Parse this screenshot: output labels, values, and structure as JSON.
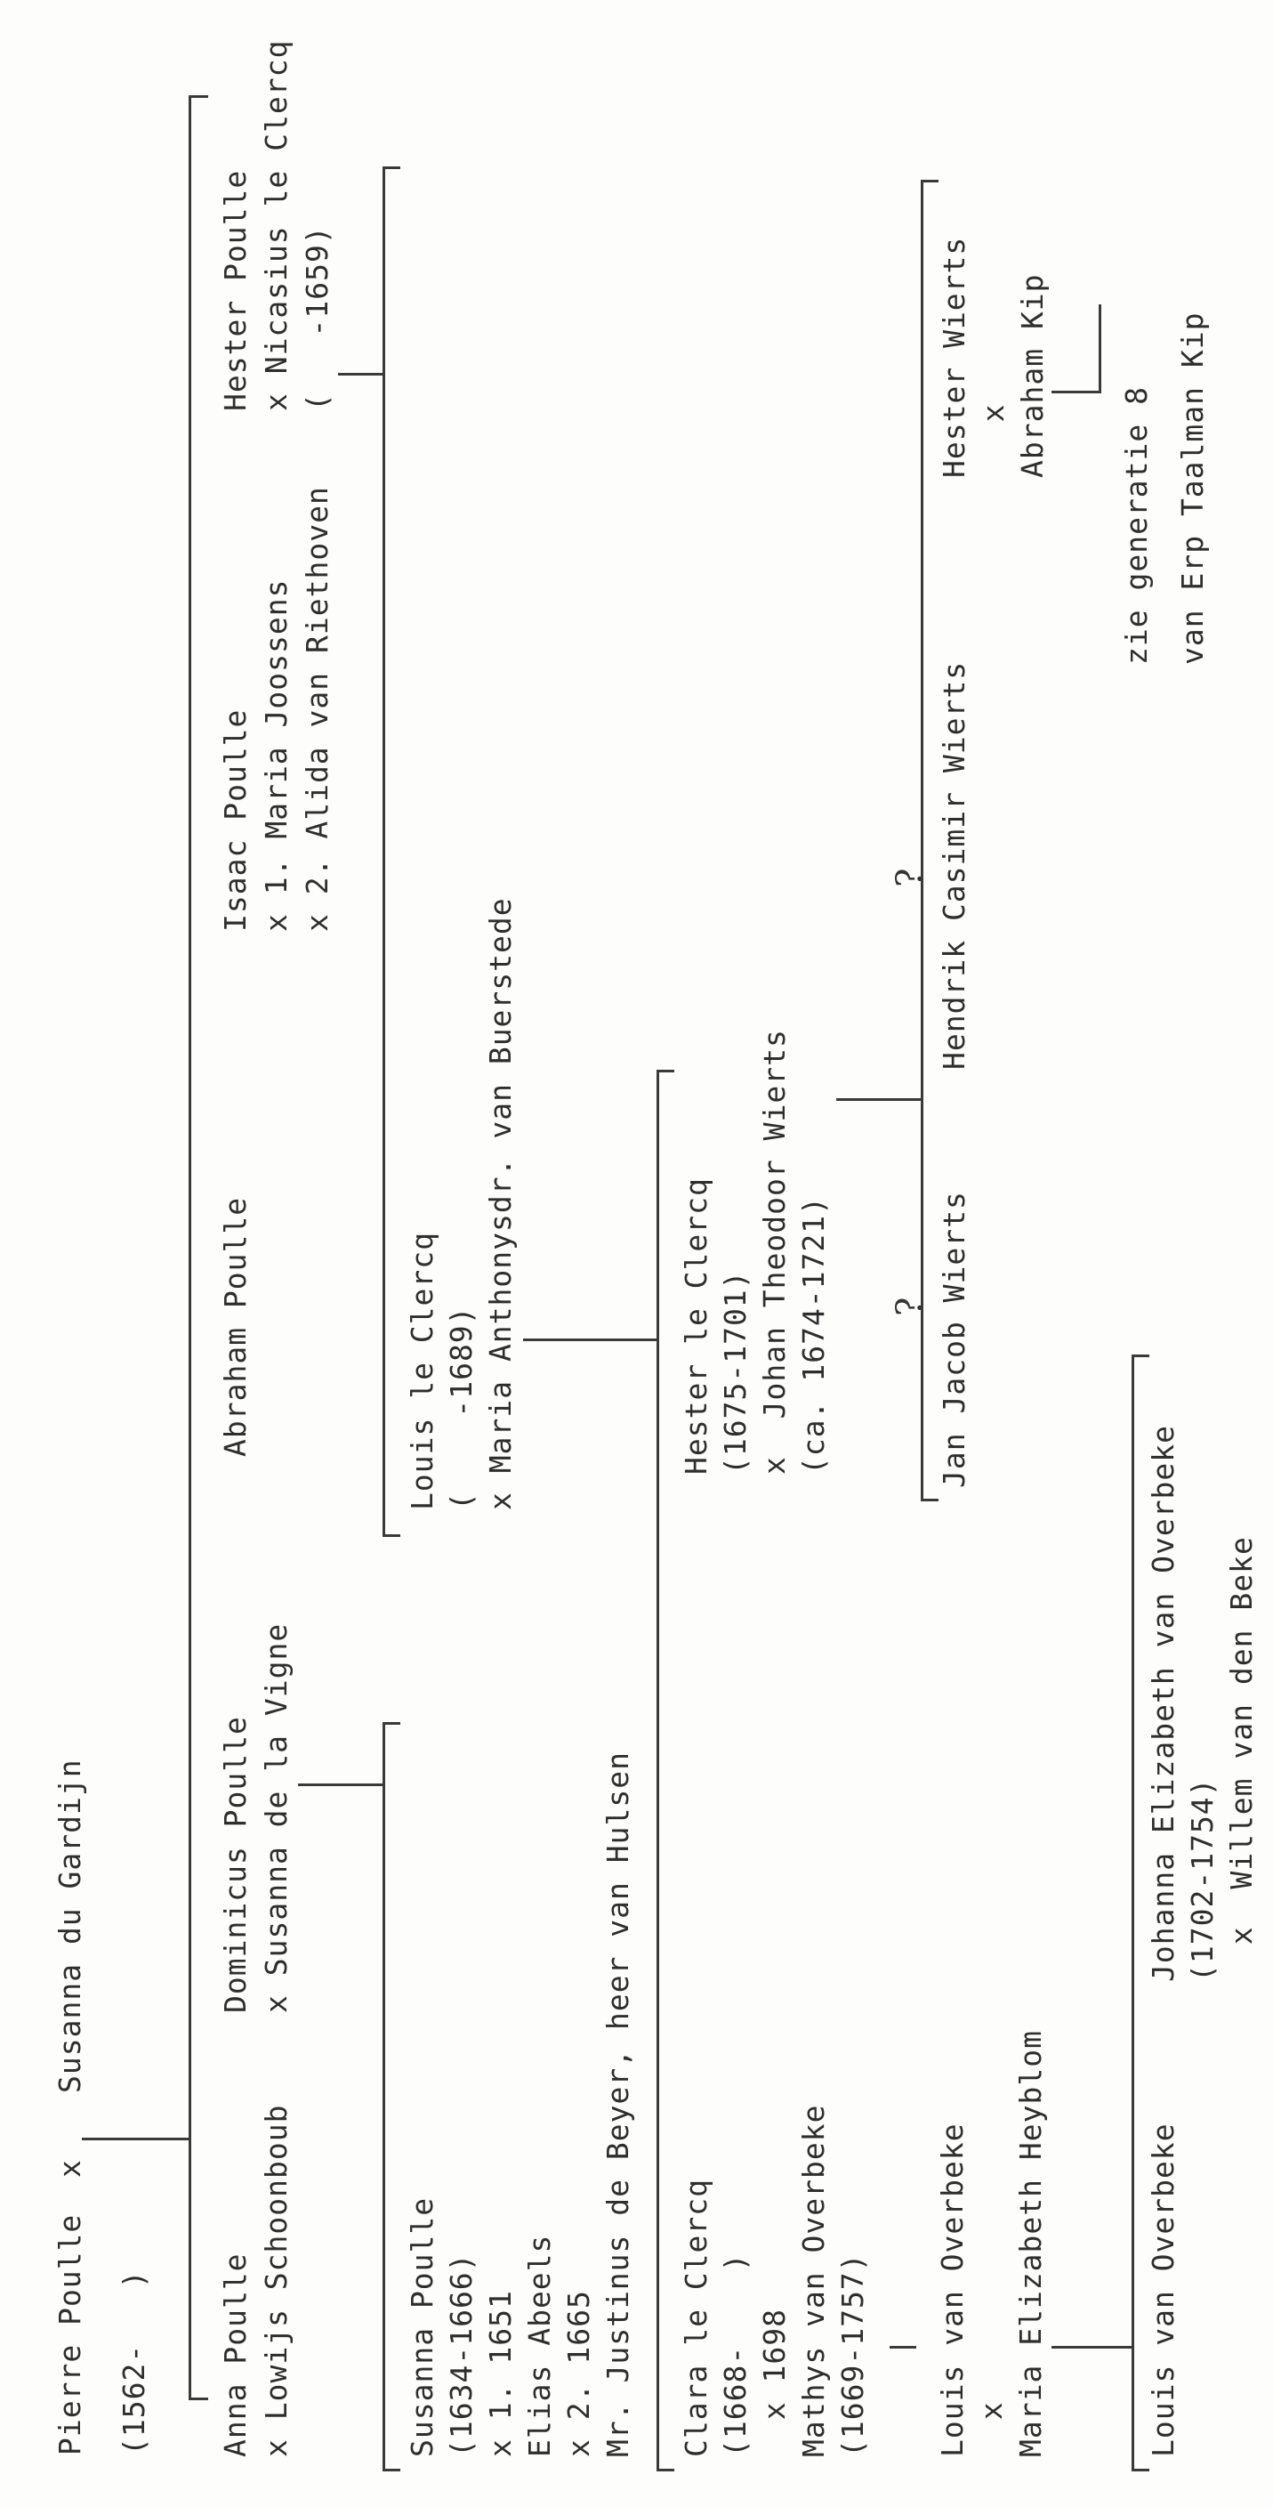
{
  "gen1": {
    "pierre": "Pierre Poulle",
    "pierre_dates": "(1562-   )",
    "x": "x",
    "susanna": "Susanna du Gardijn"
  },
  "gen2": {
    "anna": [
      "Anna Poulle",
      "x Lowijs Schoonboub"
    ],
    "dominicus": [
      "Dominicus Poulle",
      "x Susanna de la Vigne"
    ],
    "abraham": [
      "Abraham Poulle"
    ],
    "isaac": [
      "Isaac Poulle",
      "x 1. Maria Joossens",
      "x 2. Alida van Riethoven"
    ],
    "hester": [
      "Hester Poulle",
      "x Nicasius le Clercq",
      "(   -1659)"
    ]
  },
  "gen3": {
    "susanna": [
      "Susanna Poulle",
      "(1634-1666)",
      "x 1. 1651",
      "Elias Abeels",
      "x 2. 1665",
      "Mr. Justinus de Beyer, heer van Hulsen"
    ],
    "louis": [
      "Louis le Clercq",
      "(    -1689)",
      "x Maria Anthonysdr. van Buerstede"
    ]
  },
  "gen4": {
    "clara": [
      "Clara le Clercq",
      "(1668-    )",
      "  x 1698"
    ],
    "mathys": [
      "Mathys van Overbeke",
      "(1669-1757)"
    ],
    "hester": [
      "Hester le Clercq",
      "(1675-1701)",
      "x  Johan Theodoor Wierts",
      "(ca. 1674-1721)"
    ]
  },
  "gen5": {
    "louis": [
      "Louis van Overbeke",
      "  x",
      "Maria Elizabeth Heyblom"
    ],
    "jan_jacob": "Jan Jacob Wierts",
    "hendrik": "Hendrik Casimir Wierts",
    "hester": [
      "Hester Wierts",
      "   x",
      "Abraham Kip"
    ],
    "zie": [
      "zie generatie 8",
      "van Erp Taalman Kip"
    ]
  },
  "gen6": {
    "louis": "Louis van Overbeke",
    "johanna": [
      "Johanna Elizabeth van Overbeke",
      "(1702-1754)",
      "  x  Willem van den Beke"
    ]
  }
}
